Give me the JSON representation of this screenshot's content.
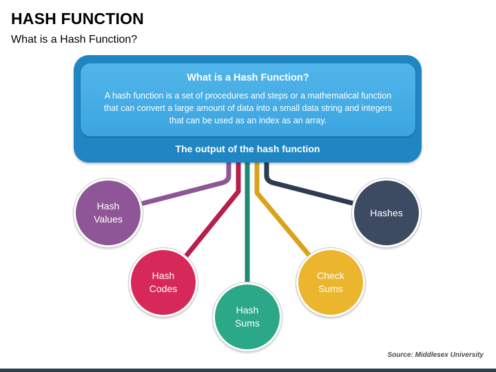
{
  "title": "HASH FUNCTION",
  "subtitle": "What is a Hash Function?",
  "box": {
    "heading": "What is a Hash Function?",
    "body": "A hash function is a set of procedures and steps or a mathematical function that can convert a large amount of data into a small data string and integers that can be used as an index as an array.",
    "output_label": "The output of the hash function"
  },
  "nodes": [
    {
      "line1": "Hash",
      "line2": "Values",
      "color": "#8e5696"
    },
    {
      "line1": "Hash",
      "line2": "Codes",
      "color": "#d7285a"
    },
    {
      "line1": "Hash",
      "line2": "Sums",
      "color": "#2aa888"
    },
    {
      "line1": "Check",
      "line2": "Sums",
      "color": "#ebb62e"
    },
    {
      "line1": "Hashes",
      "line2": "",
      "color": "#3c4a62"
    }
  ],
  "source": "Source: Middlesex University",
  "colors": {
    "outer_box": "#1f86c3",
    "inner_box": "#3ba5e0",
    "bottom_bar": "#2d3e50"
  }
}
